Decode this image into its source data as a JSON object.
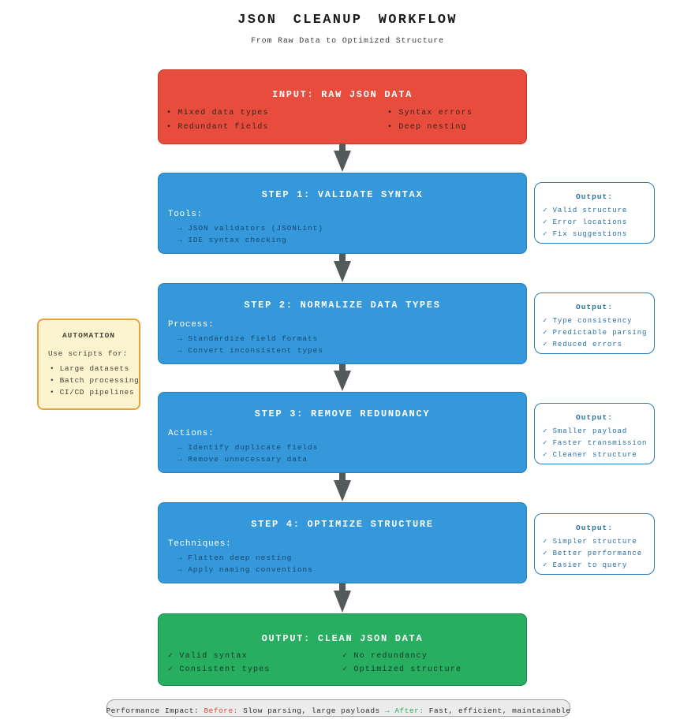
{
  "page": {
    "title": "JSON CLEANUP WORKFLOW",
    "subtitle": "From Raw Data to Optimized Structure"
  },
  "input_box": {
    "title": "INPUT: RAW JSON DATA",
    "items_left": [
      "• Mixed data types",
      "• Redundant fields"
    ],
    "items_right": [
      "• Syntax errors",
      "• Deep nesting"
    ]
  },
  "steps": [
    {
      "title": "STEP 1: VALIDATE SYNTAX",
      "label": "Tools:",
      "items": [
        "→ JSON validators (JSONLint)",
        "→ IDE syntax checking"
      ],
      "output": {
        "title": "Output:",
        "items": [
          "✓ Valid structure",
          "✓ Error locations",
          "✓ Fix suggestions"
        ]
      }
    },
    {
      "title": "STEP 2: NORMALIZE DATA TYPES",
      "label": "Process:",
      "items": [
        "→ Standardize field formats",
        "→ Convert inconsistent types"
      ],
      "output": {
        "title": "Output:",
        "items": [
          "✓ Type consistency",
          "✓ Predictable parsing",
          "✓ Reduced errors"
        ]
      }
    },
    {
      "title": "STEP 3: REMOVE REDUNDANCY",
      "label": "Actions:",
      "items": [
        "→ Identify duplicate fields",
        "→ Remove unnecessary data"
      ],
      "output": {
        "title": "Output:",
        "items": [
          "✓ Smaller payload",
          "✓ Faster transmission",
          "✓ Cleaner structure"
        ]
      }
    },
    {
      "title": "STEP 4: OPTIMIZE STRUCTURE",
      "label": "Techniques:",
      "items": [
        "→ Flatten deep nesting",
        "→ Apply naming conventions"
      ],
      "output": {
        "title": "Output:",
        "items": [
          "✓ Simpler structure",
          "✓ Better performance",
          "✓ Easier to query"
        ]
      }
    }
  ],
  "automation": {
    "title": "AUTOMATION",
    "intro": "Use scripts for:",
    "items": [
      "• Large datasets",
      "• Batch processing",
      "• CI/CD pipelines"
    ]
  },
  "final_output_box": {
    "title": "OUTPUT: CLEAN JSON DATA",
    "items_left": [
      "✓ Valid syntax",
      "✓ Consistent types"
    ],
    "items_right": [
      "✓ No redundancy",
      "✓ Optimized structure"
    ]
  },
  "footer": {
    "prefix": "Performance Impact: ",
    "before_label": "Before:",
    "before_text": " Slow parsing, large payloads ",
    "transition_arrow": "→",
    "after_label": " After:",
    "after_text": " Fast, efficient, maintainable"
  },
  "colors": {
    "input_fill": "#E74C3C",
    "input_border": "#C0392B",
    "step_fill": "#3498DB",
    "step_border": "#2980B9",
    "final_fill": "#27AE60",
    "final_border": "#1E8449",
    "side_box_text": "#2471A3",
    "automation_fill": "#FCF3CF",
    "automation_border": "#E9A33B",
    "arrow_gray": "#54595C",
    "before_red": "#E74C3C",
    "after_green": "#27AE60"
  }
}
